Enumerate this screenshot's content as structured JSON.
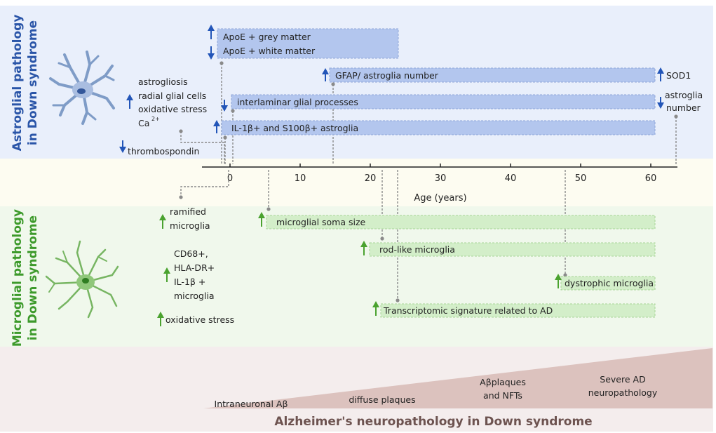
{
  "colors": {
    "astro_bg": "#e9effb",
    "axis_bg": "#fdfcf1",
    "micro_bg": "#f0f8ec",
    "neuro_bg": "#f4eded",
    "astro_bar": "#b3c6ee",
    "astro_border": "#8ea5d8",
    "micro_bar": "#d3eec9",
    "micro_border": "#a7d596",
    "neuro_wedge": "#dcc2be",
    "neuro_title": "#6d5350",
    "up_blue": "#2255b8",
    "up_green": "#4aa22f",
    "astro_title": "#2a55a8",
    "micro_title": "#3d9a2b"
  },
  "sections": {
    "astro_title_line1": "Astroglial pathology",
    "astro_title_line2": "in Down syndrome",
    "micro_title_line1": "Microglial pathology",
    "micro_title_line2": "in Down syndrome"
  },
  "axis": {
    "label": "Age (years)",
    "ticks": [
      0,
      10,
      20,
      30,
      40,
      50,
      60
    ]
  },
  "astro_bars": {
    "apoe_grey": "ApoE + grey matter",
    "apoe_white": "ApoE + white matter",
    "gfap": "GFAP/ astroglia number",
    "interlaminar": "interlaminar glial processes",
    "il1b": "IL-1β+ and S100β+ astroglia"
  },
  "astro_left": {
    "line1": "astrogliosis",
    "line2": "radial glial cells",
    "line3": "oxidative stress",
    "line4": "Ca",
    "line4_sup": "2+",
    "thrombo": "thrombospondin"
  },
  "astro_right": {
    "sod1": "SOD1",
    "astroglia": "astroglia",
    "number": "number"
  },
  "micro_left": {
    "ramified1": "ramified",
    "ramified2": "microglia",
    "cd68": "CD68+,",
    "hladr": "HLA-DR+",
    "il1b": "IL-1β +",
    "microglia": "microglia",
    "oxidative": "oxidative stress"
  },
  "micro_bars": {
    "soma": "microglial soma size",
    "rodlike": "rod-like microglia",
    "dystrophic": "dystrophic microglia",
    "transcriptomic": "Transcriptomic signature related to AD"
  },
  "neuro": {
    "stage1": "Intraneuronal Aβ",
    "stage2": "diffuse plaques",
    "stage3_line1": "Aβplaques",
    "stage3_line2": "and NFTs",
    "stage4_line1": "Severe AD",
    "stage4_line2": "neuropathology",
    "title": "Alzheimer's neuropathology in Down syndrome"
  }
}
